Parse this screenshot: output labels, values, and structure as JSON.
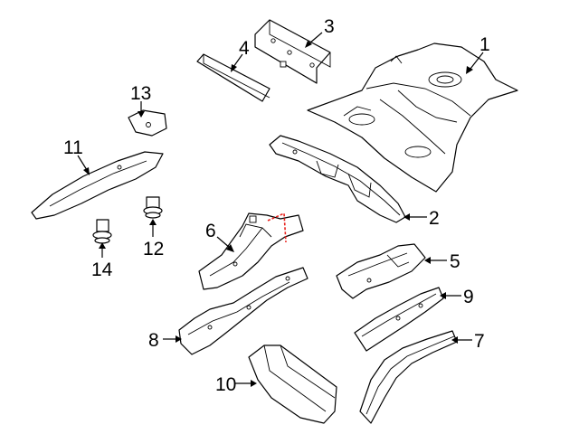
{
  "diagram": {
    "callouts": {
      "c1": "1",
      "c2": "2",
      "c3": "3",
      "c4": "4",
      "c5": "5",
      "c6": "6",
      "c7": "7",
      "c8": "8",
      "c9": "9",
      "c10": "10",
      "c11": "11",
      "c12": "12",
      "c13": "13",
      "c14": "14"
    },
    "colors": {
      "line": "#000000",
      "background": "#ffffff",
      "highlight": "#e8201b"
    }
  }
}
